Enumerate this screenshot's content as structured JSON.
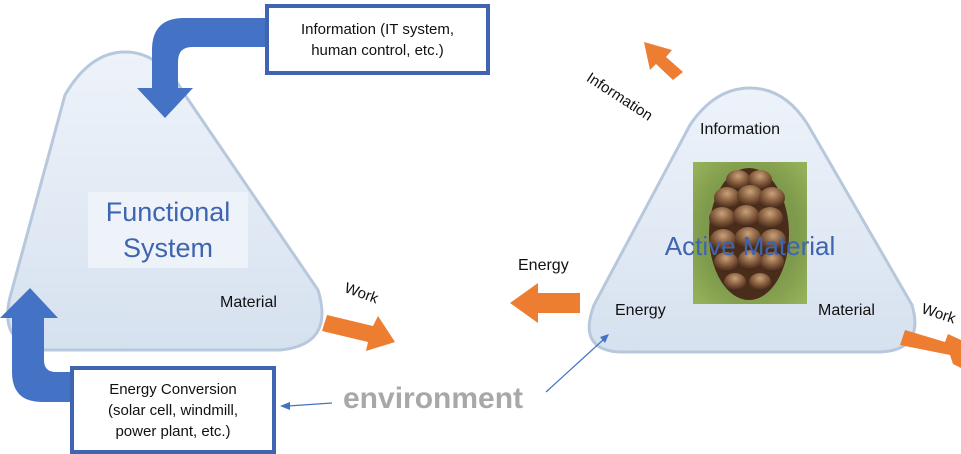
{
  "functional_system": {
    "title_line1": "Functional",
    "title_line2": "System",
    "material_label": "Material",
    "work_label": "Work"
  },
  "information_box": {
    "text": "Information (IT system,\nhuman control, etc.)"
  },
  "energy_conversion_box": {
    "text": "Energy Conversion\n(solar cell, windmill,\npower plant, etc.)"
  },
  "environment_label": "environment",
  "active_material": {
    "title": "Active Material",
    "information_label": "Information",
    "energy_label": "Energy",
    "material_label": "Material",
    "energy_out_label": "Energy",
    "information_out_label": "Information",
    "work_label": "Work"
  },
  "colors": {
    "blue_arrow": "#4472c4",
    "box_border": "#3f64b0",
    "orange_arrow": "#ed7d31",
    "triangle_fill": "#dfe8f3",
    "triangle_stroke": "#b8c8dc",
    "environment_text": "#a8a8a8"
  },
  "image": {
    "subject": "pine-cone photo"
  }
}
